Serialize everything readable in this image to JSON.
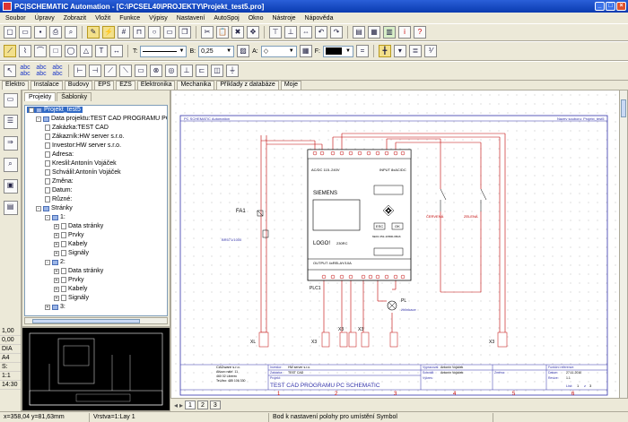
{
  "window": {
    "title": "PC|SCHEMATIC Automation - [C:\\PCSEL40\\PROJEKTY\\Projekt_test5.pro]"
  },
  "menu": [
    "Soubor",
    "Úpravy",
    "Zobrazit",
    "Vložit",
    "Funkce",
    "Výpisy",
    "Nastavení",
    "AutoSpoj",
    "Okno",
    "Nástroje",
    "Nápověda"
  ],
  "toolbar": {
    "line_type_label": "T:",
    "line_width_label": "B:",
    "line_width_value": "0,25",
    "angle_label": "A:",
    "fill_label": "F:"
  },
  "symbol_tabs": [
    "Elektro",
    "Instalace",
    "Budovy",
    "EPS",
    "EZS",
    "Elektronika",
    "Mechanika",
    "Příklady z databáze",
    "Moje"
  ],
  "project_panel": {
    "tabs": [
      "Projekty",
      "Šablonky"
    ],
    "tree": [
      {
        "label": "Projekt_test5",
        "depth": 0,
        "toggle": "-",
        "kind": "folder",
        "selected": true
      },
      {
        "label": "Data projektu:TEST CAD PROGRAMU PC",
        "depth": 1,
        "toggle": "-",
        "kind": "folder"
      },
      {
        "label": "Zakázka:TEST CAD",
        "depth": 2,
        "kind": "leaf"
      },
      {
        "label": "Zákazník:HW server s.r.o.",
        "depth": 2,
        "kind": "leaf"
      },
      {
        "label": "Investor:HW server s.r.o.",
        "depth": 2,
        "kind": "leaf"
      },
      {
        "label": "Adresa:",
        "depth": 2,
        "kind": "leaf"
      },
      {
        "label": "Kreslil:Antonín Vojáček",
        "depth": 2,
        "kind": "leaf"
      },
      {
        "label": "Schválil:Antonín Vojáček",
        "depth": 2,
        "kind": "leaf"
      },
      {
        "label": "Změna:",
        "depth": 2,
        "kind": "leaf"
      },
      {
        "label": "Datum:",
        "depth": 2,
        "kind": "leaf"
      },
      {
        "label": "Různé:",
        "depth": 2,
        "kind": "leaf"
      },
      {
        "label": "Stránky",
        "depth": 1,
        "toggle": "-",
        "kind": "folder"
      },
      {
        "label": "1:",
        "depth": 2,
        "toggle": "-",
        "kind": "page"
      },
      {
        "label": "Data stránky",
        "depth": 3,
        "toggle": "+",
        "kind": "doc"
      },
      {
        "label": "Prvky",
        "depth": 3,
        "toggle": "+",
        "kind": "doc"
      },
      {
        "label": "Kabely",
        "depth": 3,
        "toggle": "+",
        "kind": "doc"
      },
      {
        "label": "Signály",
        "depth": 3,
        "toggle": "+",
        "kind": "doc"
      },
      {
        "label": "2:",
        "depth": 2,
        "toggle": "-",
        "kind": "page"
      },
      {
        "label": "Data stránky",
        "depth": 3,
        "toggle": "+",
        "kind": "doc"
      },
      {
        "label": "Prvky",
        "depth": 3,
        "toggle": "+",
        "kind": "doc"
      },
      {
        "label": "Kabely",
        "depth": 3,
        "toggle": "+",
        "kind": "doc"
      },
      {
        "label": "Signály",
        "depth": 3,
        "toggle": "+",
        "kind": "doc"
      },
      {
        "label": "3:",
        "depth": 2,
        "toggle": "+",
        "kind": "page"
      }
    ]
  },
  "side_values": [
    "1,00",
    "0,00",
    "DIA",
    "A4",
    "S:",
    "1:1",
    "14:30"
  ],
  "schematic": {
    "header_left": "PC SCHEMATIC Automation",
    "header_right": "Název souboru: Projekt_test5",
    "plc": {
      "supply": "AC/DC 115..240V",
      "input": "INPUT 8xAC/DC",
      "brand": "SIEMENS",
      "model": "LOGO!",
      "variant": "230RC",
      "output": "OUTPUT 4xRELAY/10A",
      "order_no": "6ED1 052-1FB00-0BA6",
      "esc": "ESC",
      "ok": "OK",
      "tag": "PLC1"
    },
    "fa": {
      "tag": "FA1",
      "part": "BR571/1000"
    },
    "lamp": {
      "tag": "PL",
      "label": "žhlinkace"
    },
    "buttons": [
      {
        "label": "ČERVENÁ"
      },
      {
        "label": "ZELENÁ"
      }
    ],
    "terminals": [
      "XL",
      "X3",
      "X3",
      "X3",
      "X3"
    ],
    "columns": [
      "1",
      "2",
      "3",
      "4",
      "5",
      "6"
    ],
    "titleblock": {
      "company": "CADware s.r.o.",
      "address1": "Alšovo nábř. 11",
      "address2": "460 02 Liberec",
      "phone": "Tel./fax: 485 106 330",
      "investor_label": "Investor:",
      "investor": "HW server s.r.o.",
      "customer_label": "Zakázka:",
      "customer": "TEST CAD",
      "project_label": "Projekt:",
      "project": "TEST CAD PROGRAMU PC SCHEMATIC",
      "drawn_label": "Vypracoval:",
      "drawn": "Antonín Vojáček",
      "approved_label": "Schválil:",
      "approved": "Antonín Vojáček",
      "change_label": "Změna:",
      "drawing_label": "Výkres:",
      "ref_label": "Funkční reference:",
      "date_label": "Datum:",
      "date": "27.11.2010",
      "rev_label": "Revize:",
      "rev": "1.1",
      "sheet_label": "List:",
      "sheet": "1",
      "of_label": "z",
      "sheets": "3"
    }
  },
  "page_tabs": [
    "1",
    "2",
    "3"
  ],
  "status": {
    "coords": "x=358,04 y=81,63mm",
    "layer": "Vrstva=1:Lay 1",
    "hint": "Bod k nastavení polohy pro umístění Symbol"
  }
}
